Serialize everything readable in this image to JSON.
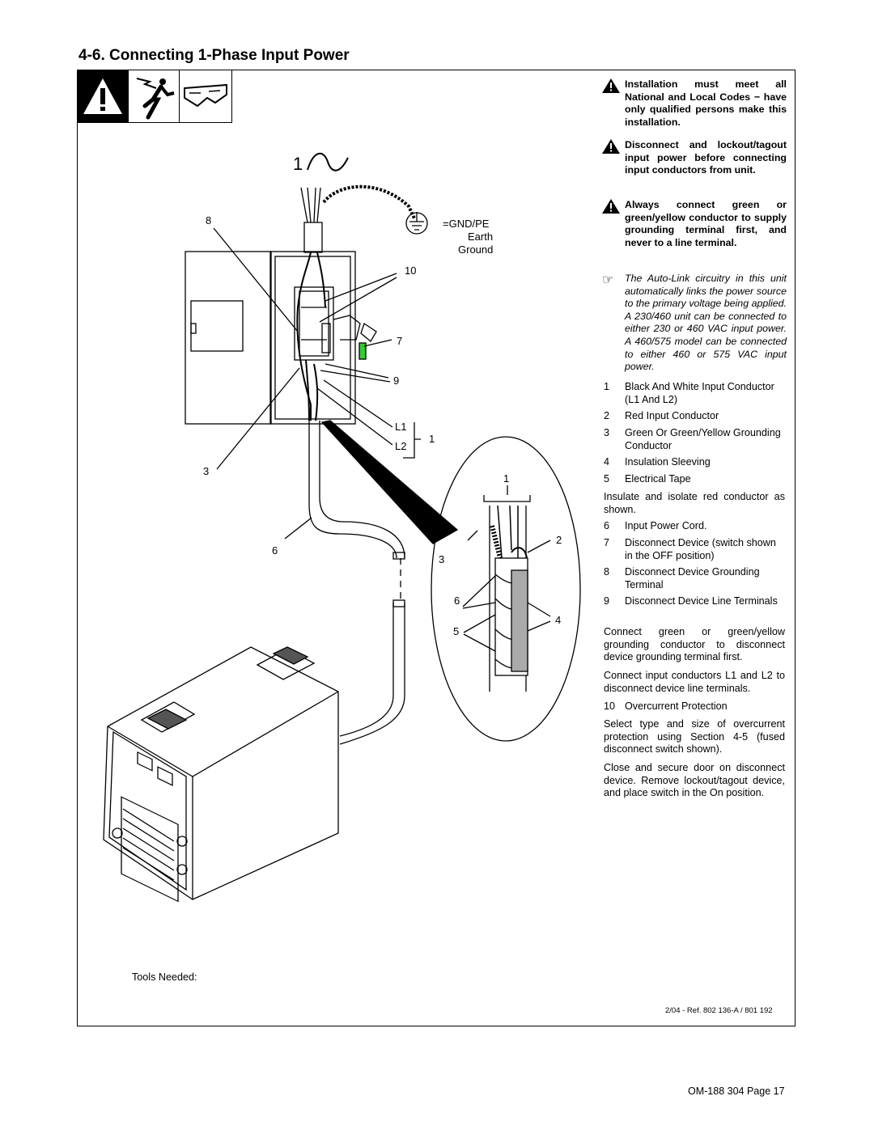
{
  "section_title": "4-6.   Connecting 1-Phase Input Power",
  "warnings": [
    "Installation must meet all National and Local Codes − have only qualified persons make this installation.",
    "Disconnect and lockout/tagout input power before connecting input conductors from unit.",
    "Always connect green or green/yellow conductor to supply grounding terminal first, and never to a line terminal."
  ],
  "note": "The Auto-Link circuitry in this unit automatically links the power source to the primary voltage being applied. A 230/460 unit can be connected to either 230 or 460 VAC input power. A 460/575 model can be connected to either 460 or 575 VAC input power.",
  "items": [
    {
      "num": "1",
      "text": "Black And White Input Conductor (L1 And L2)"
    },
    {
      "num": "2",
      "text": "Red Input Conductor"
    },
    {
      "num": "3",
      "text": "Green Or Green/Yellow Grounding Conductor"
    },
    {
      "num": "4",
      "text": "Insulation Sleeving"
    },
    {
      "num": "5",
      "text": "Electrical Tape"
    },
    {
      "num": "6",
      "text": "Input Power Cord."
    },
    {
      "num": "7",
      "text": "Disconnect Device (switch shown in the OFF position)"
    },
    {
      "num": "8",
      "text": "Disconnect Device Grounding Terminal"
    },
    {
      "num": "9",
      "text": "Disconnect Device Line Terminals"
    },
    {
      "num": "10",
      "text": "Overcurrent Protection"
    }
  ],
  "paragraphs": {
    "insulate": "Insulate and isolate red conductor as shown.",
    "connect_ground": "Connect green or green/yellow grounding conductor to disconnect device grounding terminal first.",
    "connect_lines": "Connect input conductors L1 and L2 to disconnect device line terminals.",
    "select": "Select type and size of overcurrent protection using Section 4-5 (fused disconnect switch shown).",
    "close": "Close and secure door on disconnect device. Remove lockout/tagout device, and place switch in the On position."
  },
  "diagram_labels": {
    "phase": "1",
    "gnd": "=GND/PE",
    "earth": "Earth",
    "ground": "Ground",
    "l1": "L1",
    "l2": "L2",
    "n1": "1",
    "n2": "2",
    "n3": "3",
    "n4": "4",
    "n5": "5",
    "n6": "6",
    "n7": "7",
    "n8": "8",
    "n9": "9",
    "n10": "10"
  },
  "tools_label": "Tools Needed:",
  "ref": "2/04 - Ref. 802 136-A / 801 192",
  "footer": "OM-188 304 Page 17"
}
